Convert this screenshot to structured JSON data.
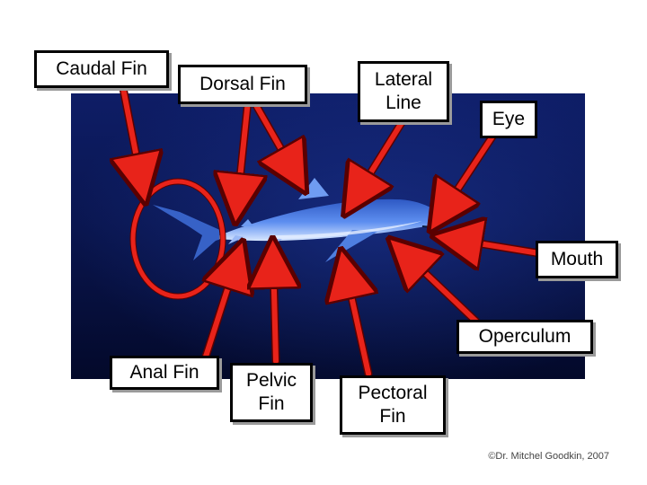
{
  "labels": {
    "caudal_fin": "Caudal Fin",
    "dorsal_fin": "Dorsal Fin",
    "lateral_line": "Lateral\nLine",
    "eye": "Eye",
    "mouth": "Mouth",
    "operculum": "Operculum",
    "anal_fin": "Anal Fin",
    "pelvic_fin": "Pelvic\nFin",
    "pectoral_fin": "Pectoral\nFin"
  },
  "credit": "©Dr. Mitchel Goodkin, 2007",
  "colors": {
    "arrow": "#e8231a",
    "arrow_outline": "#5a0000",
    "water_top": "#0d1a5e",
    "water_bottom": "#030a2e",
    "shark_body": "#3f6fd8",
    "shark_belly": "#cfe0ff"
  }
}
